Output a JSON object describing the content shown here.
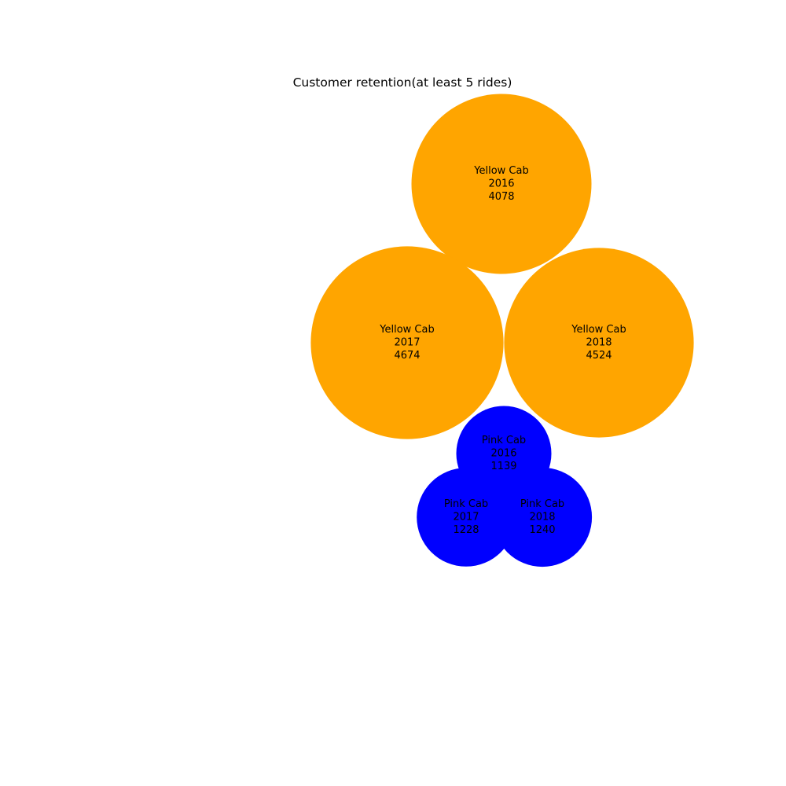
{
  "chart_data": {
    "type": "bubble",
    "title": "Customer retention(at least 5 rides)",
    "colors": {
      "Yellow Cab": "#FFA500",
      "Pink Cab": "#0000FF"
    },
    "bubbles": [
      {
        "company": "Yellow Cab",
        "year": "2016",
        "value": 4078
      },
      {
        "company": "Yellow Cab",
        "year": "2017",
        "value": 4674
      },
      {
        "company": "Yellow Cab",
        "year": "2018",
        "value": 4524
      },
      {
        "company": "Pink Cab",
        "year": "2016",
        "value": 1139
      },
      {
        "company": "Pink Cab",
        "year": "2017",
        "value": 1228
      },
      {
        "company": "Pink Cab",
        "year": "2018",
        "value": 1240
      }
    ]
  }
}
